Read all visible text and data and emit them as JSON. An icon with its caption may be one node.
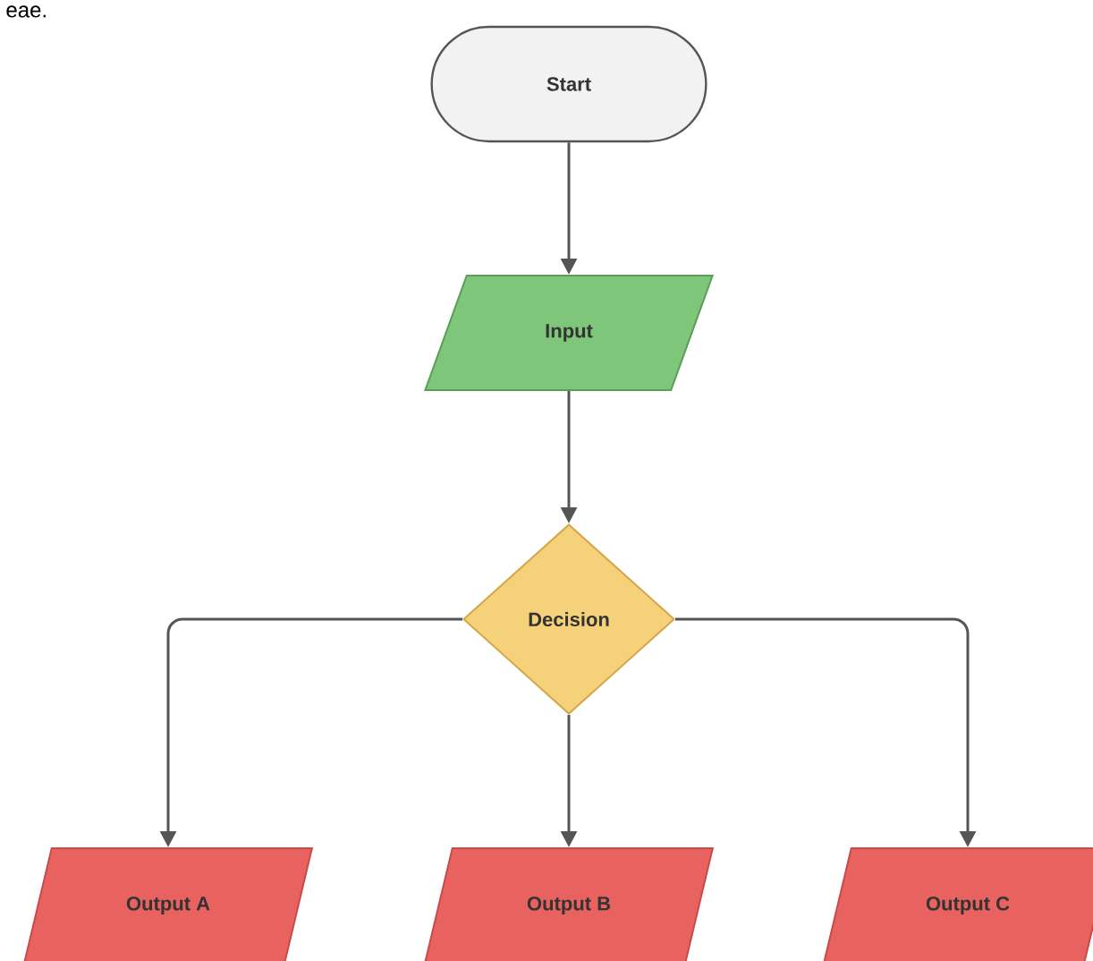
{
  "diagram": {
    "nodes": [
      {
        "text": [
          "Start"
        ]
      },
      {
        "text": [
          "Input"
        ]
      },
      {
        "text": [
          "Decision"
        ]
      },
      {
        "text": [
          "Output A"
        ]
      },
      {
        "text": [
          "Output B"
        ]
      },
      {
        "text": [
          "Output C"
        ]
      }
    ],
    "edges": [
      {
        "from": 0,
        "to": 1,
        "arrow": "to"
      },
      {
        "from": 1,
        "to": 2,
        "arrow": "to"
      },
      {
        "from": 2,
        "to": 3,
        "arrow": "to"
      },
      {
        "from": 2,
        "to": 4,
        "arrow": "to"
      },
      {
        "from": 2,
        "to": 5,
        "arrow": "to"
      }
    ],
    "labels": [
      "eae."
    ]
  }
}
